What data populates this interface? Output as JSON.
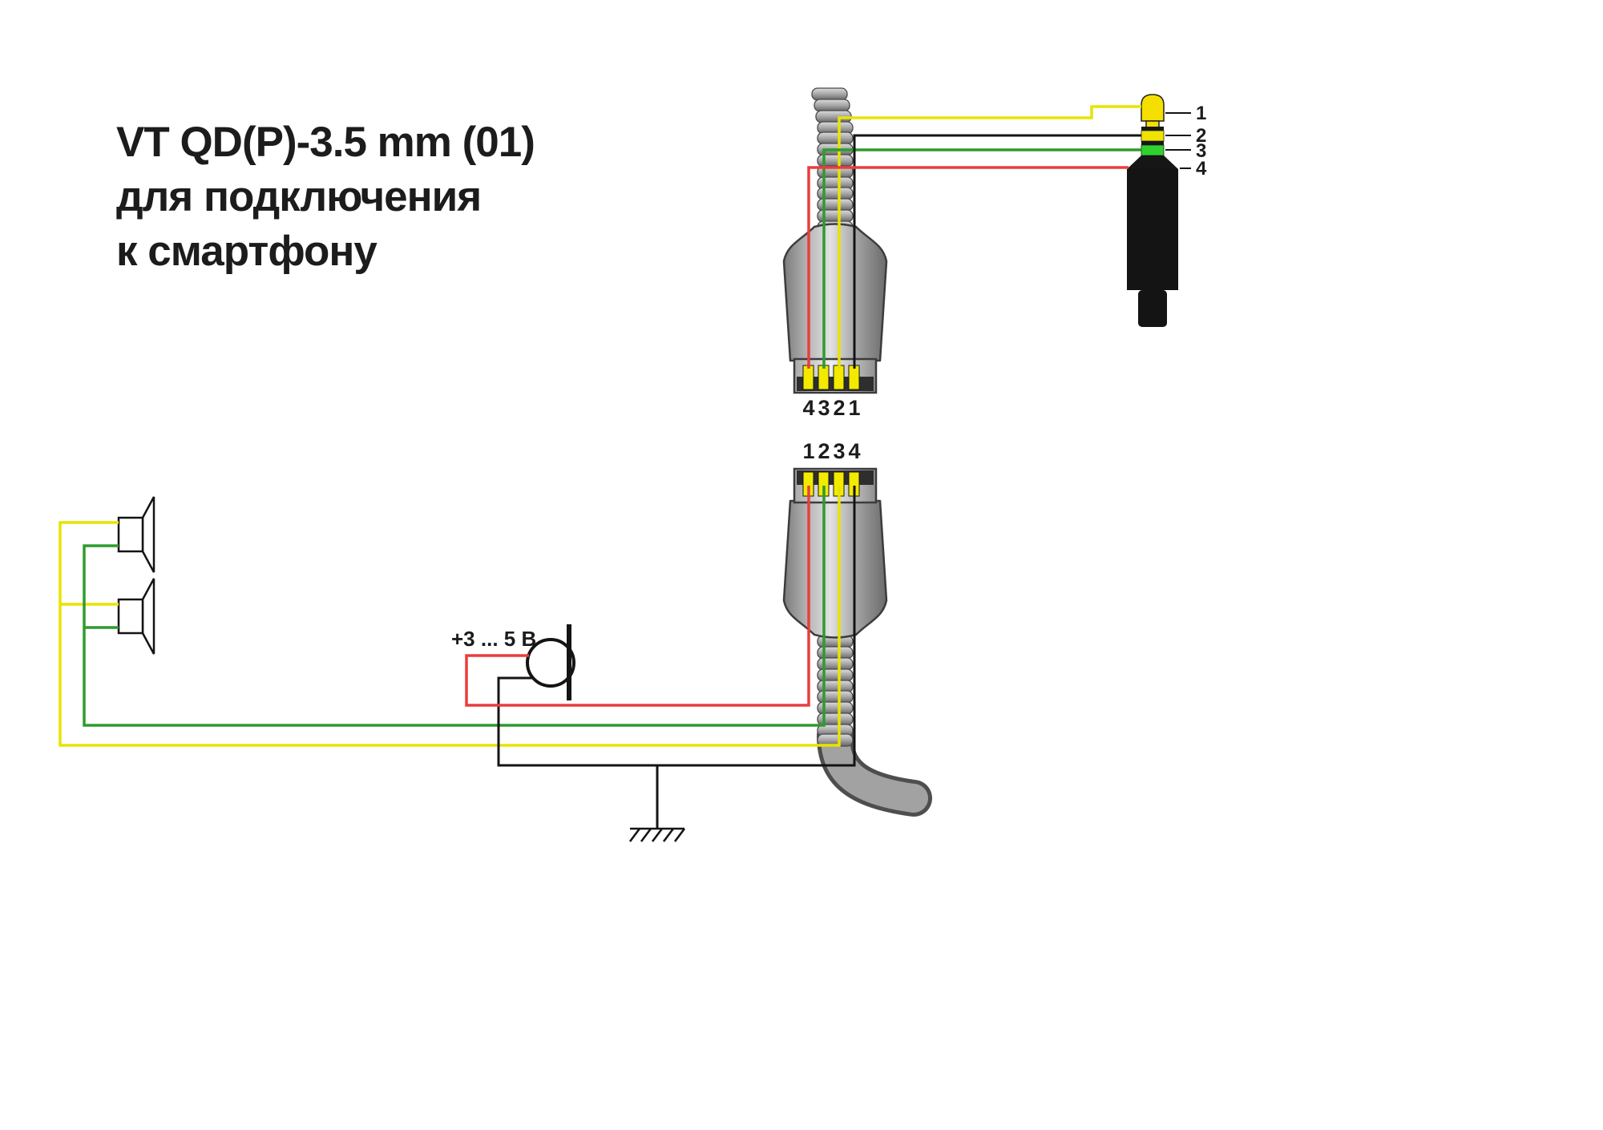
{
  "title": {
    "line1": "VT QD(P)-3.5 mm (01)",
    "line2": "для подключения",
    "line3": "к смартфону"
  },
  "upper_connector": {
    "pin_labels": [
      "4",
      "3",
      "2",
      "1"
    ]
  },
  "lower_connector": {
    "pin_labels": [
      "1",
      "2",
      "3",
      "4"
    ]
  },
  "jack": {
    "contact_labels": [
      "1",
      "2",
      "3",
      "4"
    ]
  },
  "mic": {
    "voltage_label": "+3 ... 5 В"
  },
  "colors": {
    "wire_yellow": "#e8e400",
    "wire_green": "#2e9b2e",
    "wire_red": "#ea3d3d",
    "wire_black": "#141414",
    "jack_tip_yellow": "#f5df00",
    "jack_band_yellow": "#efe400",
    "jack_band_green": "#2fd22f",
    "pin_yellow": "#f3ea00"
  }
}
